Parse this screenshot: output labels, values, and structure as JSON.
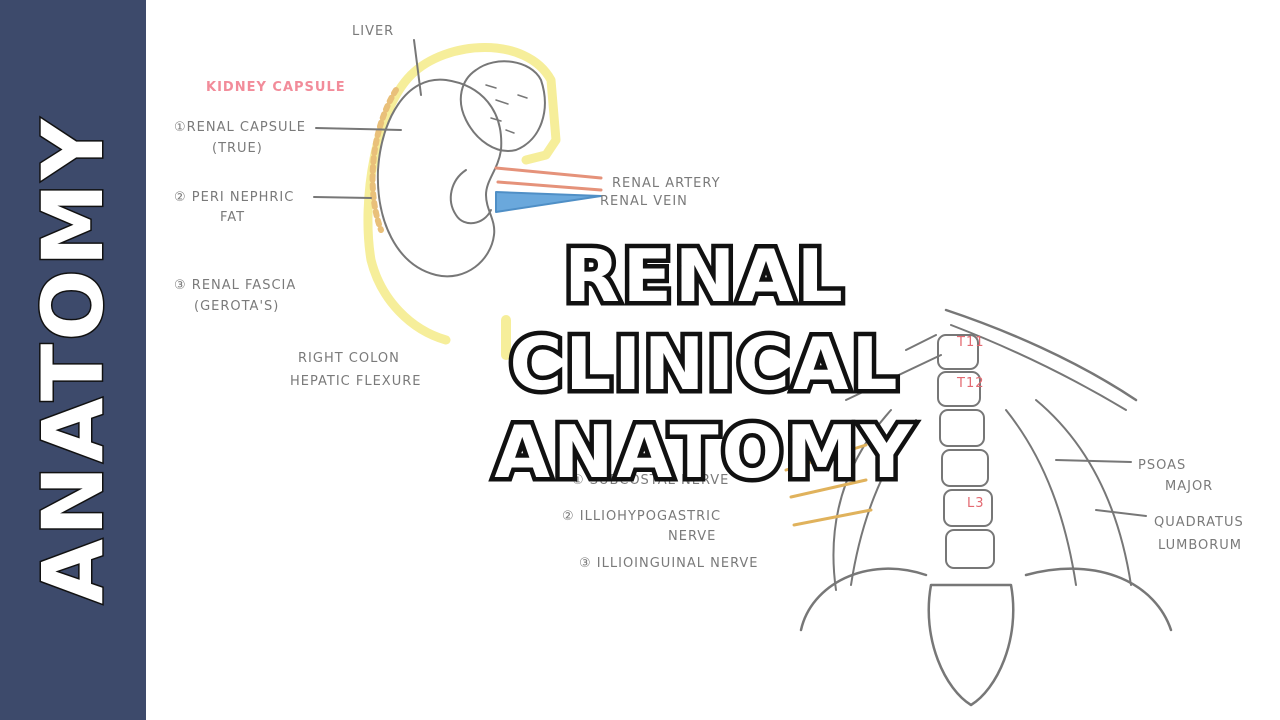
{
  "sidebar": {
    "label": "ANATOMY"
  },
  "title": {
    "line1": "RENAL CLINICAL",
    "line2": "ANATOMY"
  },
  "kidney_diagram": {
    "heading": "KIDNEY CAPSULE",
    "liver": "LIVER",
    "renal_capsule": "①RENAL CAPSULE",
    "renal_capsule_sub": "(TRUE)",
    "perinephric": "② PERI NEPHRIC",
    "perinephric_sub": "FAT",
    "renal_fascia": "③ RENAL FASCIA",
    "renal_fascia_sub": "(GEROTA'S)",
    "colon": "RIGHT COLON",
    "colon_sub": "HEPATIC FLEXURE",
    "renal_artery": "RENAL ARTERY",
    "renal_vein": "RENAL VEIN"
  },
  "spine_diagram": {
    "t11": "T11",
    "t12": "T12",
    "l3": "L3",
    "subcostal": "① SUBCOSTAL NERVE",
    "iliohypogastric": "② ILLIOHYPOGASTRIC",
    "iliohypogastric_sub": "NERVE",
    "ilioinguinal": "③ ILLIOINGUINAL NERVE",
    "psoas": "PSOAS",
    "psoas_sub": "MAJOR",
    "quadratus": "QUADRATUS",
    "quadratus_sub": "LUMBORUM"
  }
}
